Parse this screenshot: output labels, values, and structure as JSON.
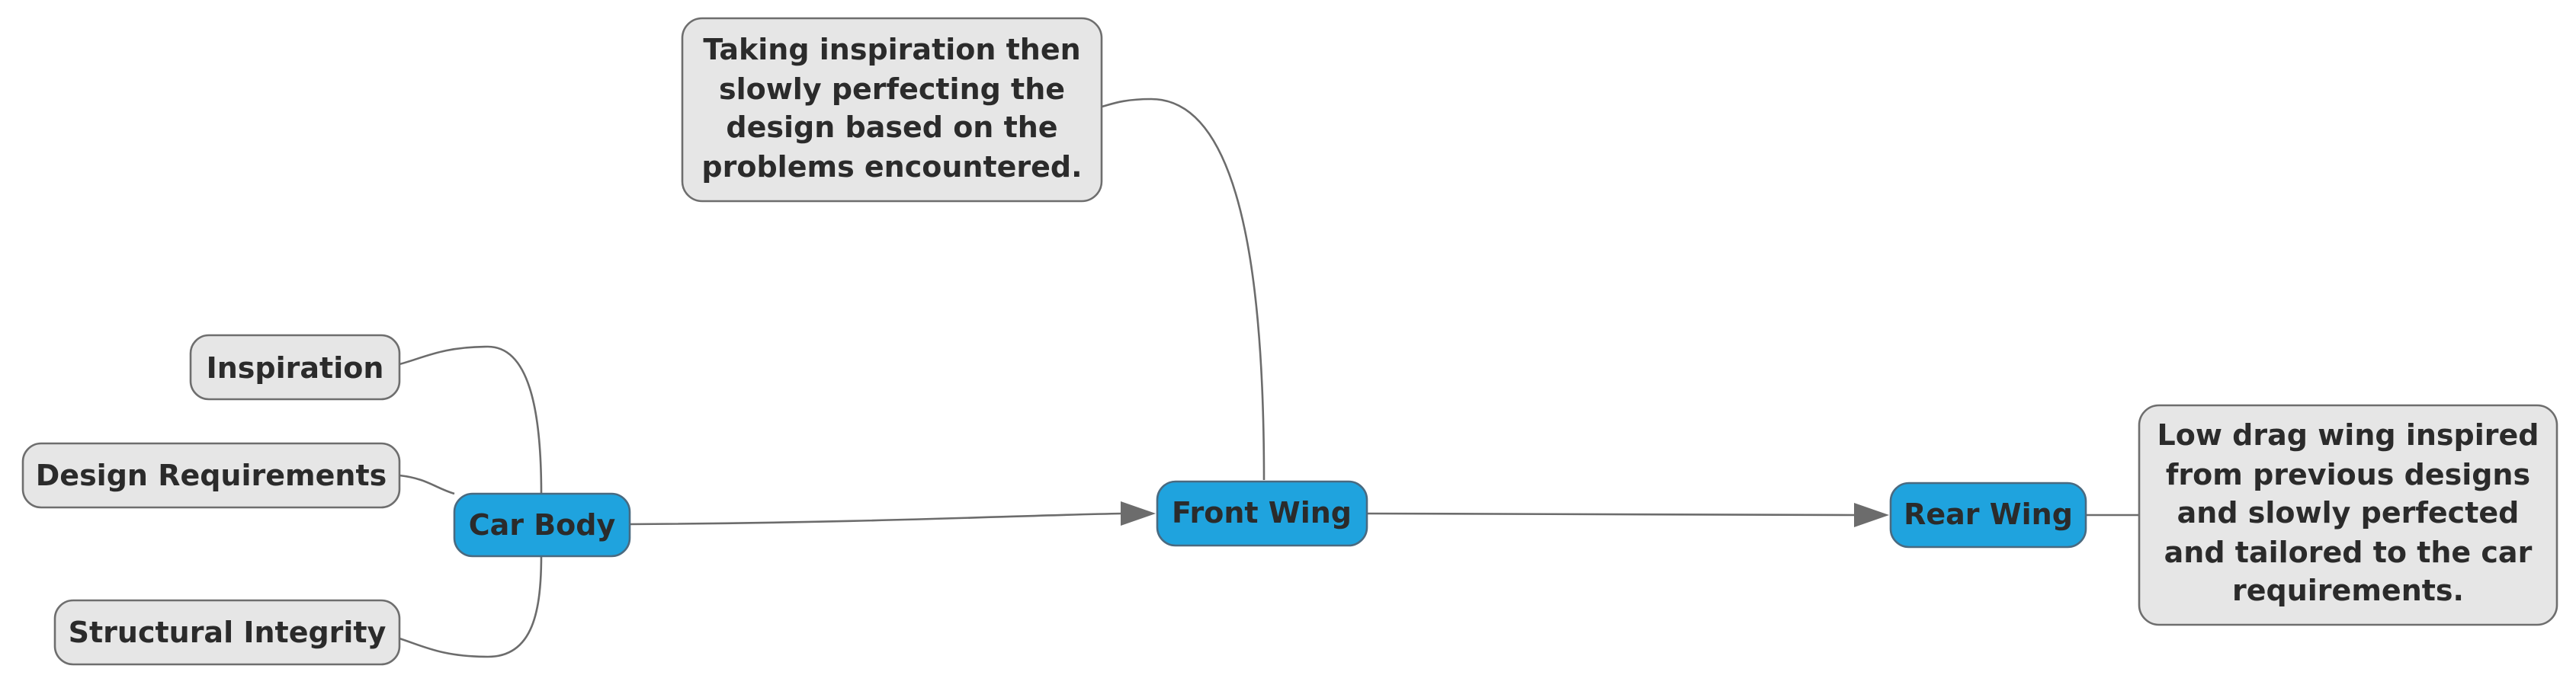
{
  "diagram": {
    "nodes": {
      "note_top": {
        "lines": [
          "Taking inspiration then",
          "slowly perfecting the",
          "design based on the",
          "problems encountered."
        ]
      },
      "inspiration": {
        "label": "Inspiration"
      },
      "design_requirements": {
        "label": "Design Requirements"
      },
      "structural_integrity": {
        "label": "Structural Integrity"
      },
      "car_body": {
        "label": "Car Body"
      },
      "front_wing": {
        "label": "Front Wing"
      },
      "rear_wing": {
        "label": "Rear Wing"
      },
      "note_right": {
        "lines": [
          "Low drag wing inspired",
          "from previous designs",
          "and slowly perfected",
          "and tailored to the car",
          "requirements."
        ]
      }
    },
    "colors": {
      "main_node_fill": "#1fa3de",
      "sub_node_fill": "#e6e6e6",
      "node_border": "#6e6e6e",
      "connector": "#6c6c6c",
      "text": "#2b2b2b"
    }
  }
}
